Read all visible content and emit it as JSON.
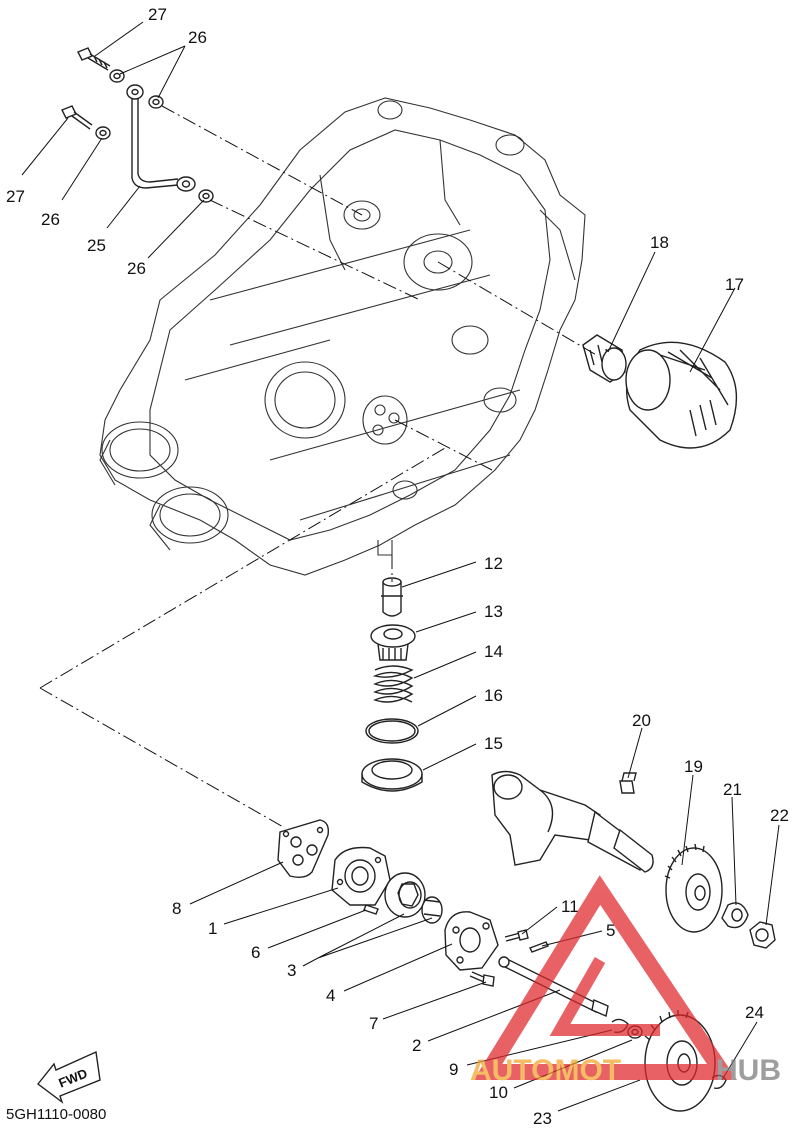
{
  "diagram_code": "5GH1110-0080",
  "fwd_label": "FWD",
  "watermark": {
    "text_left": "AUTOMOT",
    "text_right": "HUB",
    "brand_color": "#e0262b",
    "accent_color": "#f2a22a"
  },
  "callouts": [
    {
      "key": "c27a",
      "label": "27"
    },
    {
      "key": "c26a",
      "label": "26"
    },
    {
      "key": "c27b",
      "label": "27"
    },
    {
      "key": "c26b",
      "label": "26"
    },
    {
      "key": "c25",
      "label": "25"
    },
    {
      "key": "c26c",
      "label": "26"
    },
    {
      "key": "c18",
      "label": "18"
    },
    {
      "key": "c17",
      "label": "17"
    },
    {
      "key": "c12",
      "label": "12"
    },
    {
      "key": "c13",
      "label": "13"
    },
    {
      "key": "c14",
      "label": "14"
    },
    {
      "key": "c16",
      "label": "16"
    },
    {
      "key": "c15",
      "label": "15"
    },
    {
      "key": "c20",
      "label": "20"
    },
    {
      "key": "c19",
      "label": "19"
    },
    {
      "key": "c21",
      "label": "21"
    },
    {
      "key": "c22",
      "label": "22"
    },
    {
      "key": "c8",
      "label": "8"
    },
    {
      "key": "c1",
      "label": "1"
    },
    {
      "key": "c6",
      "label": "6"
    },
    {
      "key": "c3",
      "label": "3"
    },
    {
      "key": "c4",
      "label": "4"
    },
    {
      "key": "c11",
      "label": "11"
    },
    {
      "key": "c5",
      "label": "5"
    },
    {
      "key": "c7",
      "label": "7"
    },
    {
      "key": "c2",
      "label": "2"
    },
    {
      "key": "c9",
      "label": "9"
    },
    {
      "key": "c10",
      "label": "10"
    },
    {
      "key": "c24",
      "label": "24"
    },
    {
      "key": "c23",
      "label": "23"
    }
  ]
}
